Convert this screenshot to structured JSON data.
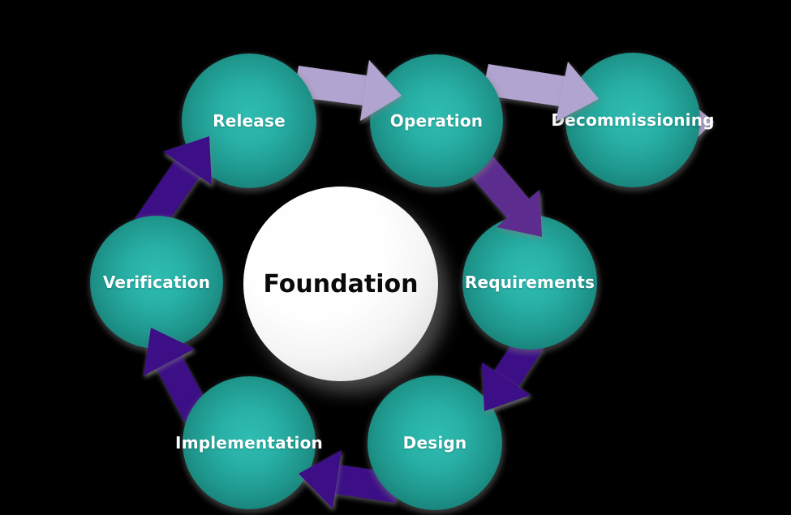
{
  "diagram": {
    "kind": "lifecycle-cycle-diagram",
    "center_label": "Foundation"
  },
  "nodes": {
    "release": {
      "label": "Release"
    },
    "operation": {
      "label": "Operation"
    },
    "decommissioning": {
      "label": "Decommissioning"
    },
    "requirements": {
      "label": "Requirements"
    },
    "design": {
      "label": "Design"
    },
    "implementation": {
      "label": "Implementation"
    },
    "verification": {
      "label": "Verification"
    },
    "foundation": {
      "label": "Foundation"
    }
  },
  "arrows": [
    {
      "from": "verification",
      "to": "release",
      "style": "dark"
    },
    {
      "from": "release",
      "to": "operation",
      "style": "light"
    },
    {
      "from": "operation",
      "to": "decommissioning",
      "style": "light"
    },
    {
      "from": "operation",
      "to": "requirements",
      "style": "medium"
    },
    {
      "from": "requirements",
      "to": "design",
      "style": "dark"
    },
    {
      "from": "design",
      "to": "implementation",
      "style": "dark"
    },
    {
      "from": "implementation",
      "to": "verification",
      "style": "dark"
    }
  ],
  "colors": {
    "background": "#000000",
    "node_teal_center": "#2cb8ad",
    "node_teal_edge": "#136e67",
    "node_text": "#ffffff",
    "foundation_fill": "#ffffff",
    "foundation_text": "#0a0a0a",
    "arrow_dark": "#3c0f86",
    "arrow_medium": "#5c2d8f",
    "arrow_light": "#b2a4d1"
  }
}
